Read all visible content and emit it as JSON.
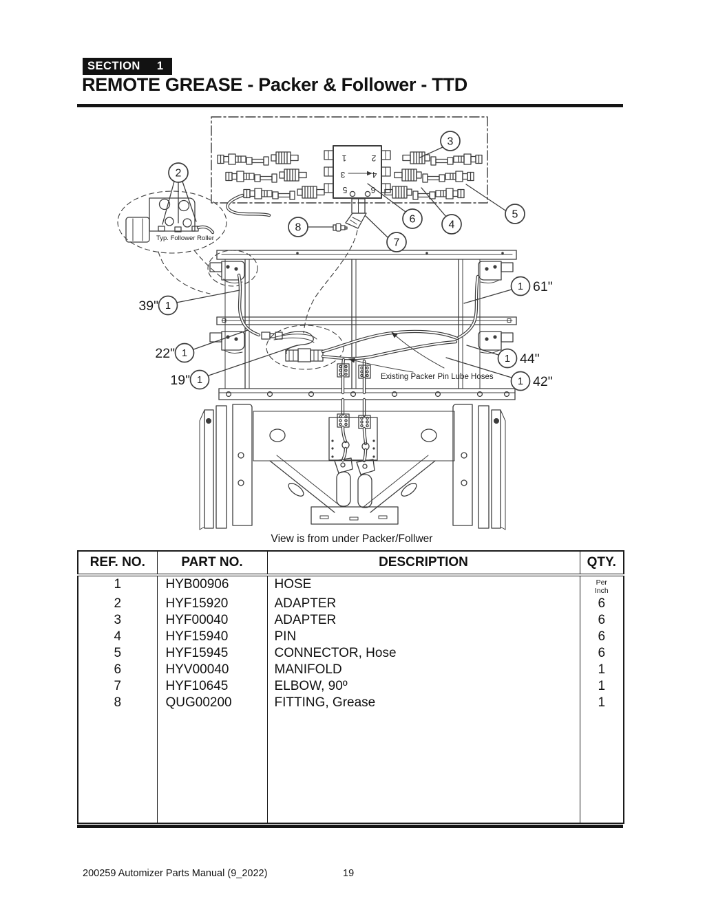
{
  "header": {
    "section_word": "SECTION",
    "section_number": "1",
    "title": "REMOTE GREASE - Packer & Follower - TTD"
  },
  "diagram": {
    "caption": "View is from under Packer/Follwer",
    "labels": {
      "follower_roller": "Typ. Follower Roller",
      "existing_hoses": "Existing Packer Pin Lube Hoses"
    },
    "callouts": [
      "2",
      "3",
      "4",
      "5",
      "6",
      "7",
      "8"
    ],
    "manifold_ports": [
      "1",
      "2",
      "3",
      "4",
      "5",
      "6"
    ],
    "measurements": [
      {
        "ref": "1",
        "length": "39\""
      },
      {
        "ref": "1",
        "length": "22\""
      },
      {
        "ref": "1",
        "length": "19\""
      },
      {
        "ref": "1",
        "length": "61\""
      },
      {
        "ref": "1",
        "length": "44\""
      },
      {
        "ref": "1",
        "length": "42\""
      }
    ]
  },
  "table": {
    "headers": [
      "REF. NO.",
      "PART NO.",
      "DESCRIPTION",
      "QTY."
    ],
    "rows": [
      {
        "ref": "1",
        "part": "HYB00906",
        "desc": "HOSE",
        "qty": "Per\nInch"
      },
      {
        "ref": "2",
        "part": "HYF15920",
        "desc": "ADAPTER",
        "qty": "6"
      },
      {
        "ref": "3",
        "part": "HYF00040",
        "desc": "ADAPTER",
        "qty": "6"
      },
      {
        "ref": "4",
        "part": "HYF15940",
        "desc": "PIN",
        "qty": "6"
      },
      {
        "ref": "5",
        "part": "HYF15945",
        "desc": "CONNECTOR, Hose",
        "qty": "6"
      },
      {
        "ref": "6",
        "part": "HYV00040",
        "desc": "MANIFOLD",
        "qty": "1"
      },
      {
        "ref": "7",
        "part": "HYF10645",
        "desc": "ELBOW, 90º",
        "qty": "1"
      },
      {
        "ref": "8",
        "part": "QUG00200",
        "desc": "FITTING, Grease",
        "qty": "1"
      }
    ]
  },
  "footer": {
    "manual": "200259 Automizer Parts Manual (9_2022)",
    "page": "19"
  }
}
